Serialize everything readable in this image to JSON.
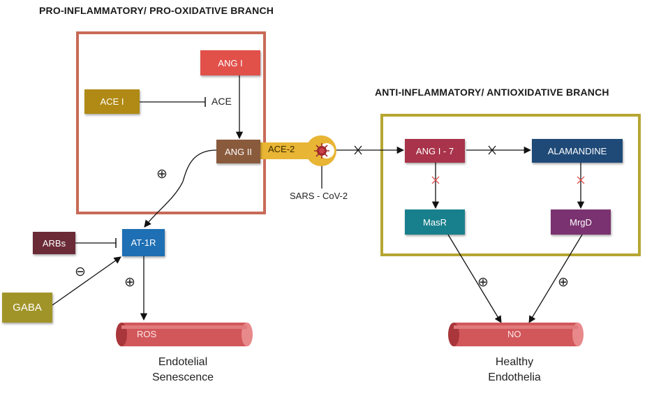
{
  "headings": {
    "pro": "PRO-INFLAMMATORY/ PRO-OXIDATIVE BRANCH",
    "anti": "ANTI-INFLAMMATORY/ ANTIOXIDATIVE BRANCH"
  },
  "boxes": {
    "ang_i": "ANG I",
    "ace_i": "ACE I",
    "ang_ii": "ANG II",
    "ace2": "ACE-2",
    "ang_1_7": "ANG I - 7",
    "alamandine": "ALAMANDINE",
    "masr": "MasR",
    "mrgd": "MrgD",
    "arbs": "ARBs",
    "at1r": "AT-1R",
    "gaba": "GABA"
  },
  "labels": {
    "ace": "ACE",
    "sars": "SARS - CoV-2",
    "plus": "⊕",
    "minus": "⊖"
  },
  "vessels": {
    "ros": "ROS",
    "no": "NO"
  },
  "captions": {
    "left_line1": "Endotelial",
    "left_line2": "Senescence",
    "right_line1": "Healthy",
    "right_line2": "Endothelia"
  },
  "colors": {
    "ang_i": "#e2504a",
    "ace_i": "#b08a14",
    "ang_ii": "#8a5a3c",
    "ace2": "#e8b534",
    "ang_1_7": "#a8334a",
    "alamandine": "#1f4a78",
    "masr": "#18808c",
    "mrgd": "#7a3270",
    "arbs": "#6a2a36",
    "at1r": "#1e6fb4",
    "gaba": "#a09428",
    "pro_frame": "#c86a58",
    "anti_frame": "#b6a632",
    "vessel": "#d2575a"
  }
}
